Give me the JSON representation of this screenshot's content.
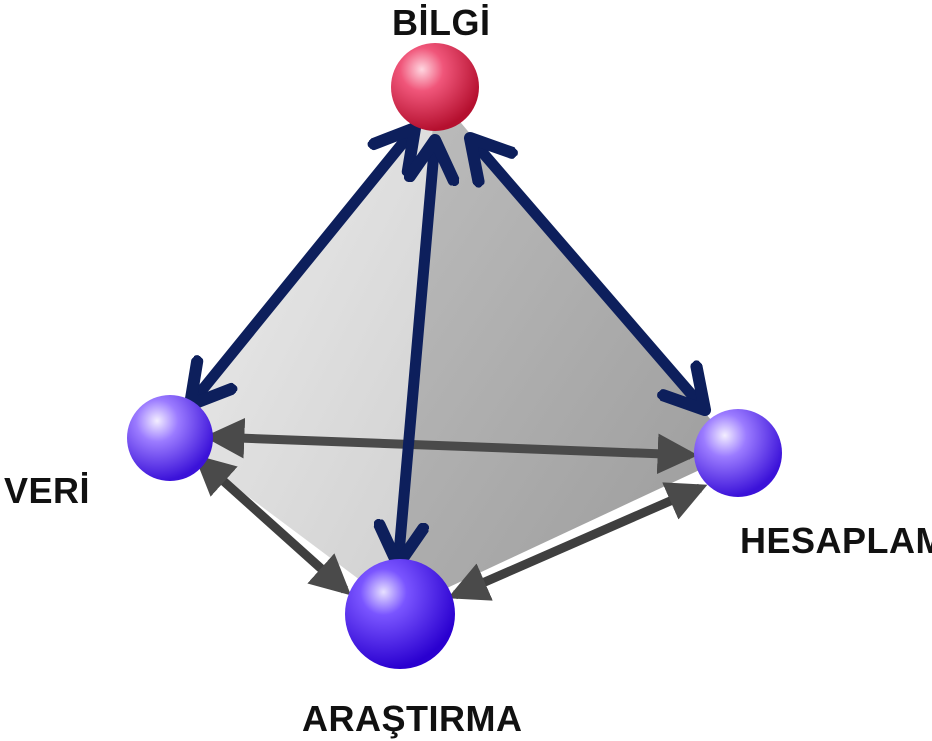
{
  "nodes": {
    "top": {
      "label": "BİLGİ",
      "color": "#e8274f"
    },
    "left": {
      "label": "VERİ",
      "color": "#6a40f0"
    },
    "right": {
      "label": "HESAPLAMA",
      "color": "#6a40f0"
    },
    "bottom": {
      "label": "ARAŞTIRMA",
      "color": "#4a20e8"
    }
  },
  "colors": {
    "primary_arrow": "#0d1f5c",
    "secondary_arrow": "#4a4a4a",
    "face_light": "#d9d9d9",
    "face_dark": "#a8a8a8"
  }
}
